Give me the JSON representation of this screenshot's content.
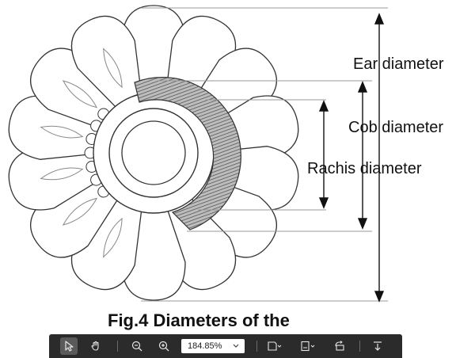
{
  "figure": {
    "labels": {
      "ear": "Ear diameter",
      "cob": "Cob diameter",
      "rachis": "Rachis diameter"
    },
    "caption": "Fig.4 Diameters of the"
  },
  "toolbar": {
    "zoom_value": "184.85%",
    "tools": [
      "select-cursor-icon",
      "hand-pan-icon",
      "zoom-out-icon",
      "zoom-in-icon",
      "fit-page-icon",
      "page-view-icon",
      "rotate-icon",
      "download-icon"
    ]
  },
  "colors": {
    "toolbar_bg": "#2b2b2b",
    "active_tool_bg": "#5a5a5a",
    "line": "#333333"
  }
}
